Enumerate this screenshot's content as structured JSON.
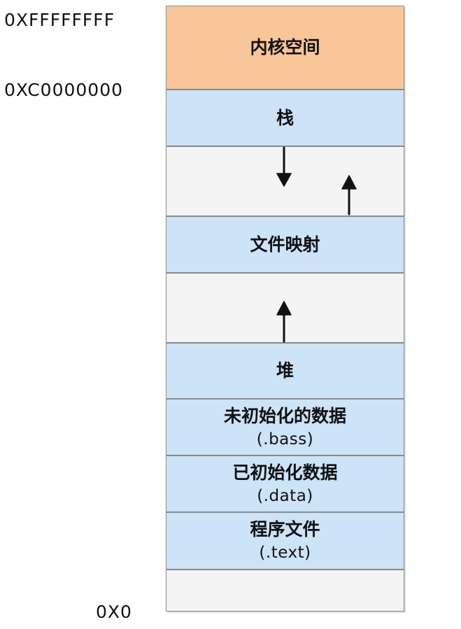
{
  "addresses": {
    "top": "0XFFFFFFFF",
    "kernel_boundary": "0XC0000000",
    "bottom": "0X0"
  },
  "segments": [
    {
      "label": "内核空间",
      "sub": "",
      "color": "#f8c699"
    },
    {
      "label": "栈",
      "sub": "",
      "color": "#cce3f8"
    },
    {
      "label": "",
      "sub": "",
      "color": "#f4f4f4"
    },
    {
      "label": "文件映射",
      "sub": "",
      "color": "#cce3f8"
    },
    {
      "label": "",
      "sub": "",
      "color": "#f4f4f4"
    },
    {
      "label": "堆",
      "sub": "",
      "color": "#cce3f8"
    },
    {
      "label": "未初始化的数据",
      "sub": "(.bass)",
      "color": "#cce3f8"
    },
    {
      "label": "已初始化数据",
      "sub": "(.data)",
      "color": "#cce3f8"
    },
    {
      "label": "程序文件",
      "sub": "(.text)",
      "color": "#cce3f8"
    },
    {
      "label": "",
      "sub": "",
      "color": "#f4f4f4"
    }
  ]
}
